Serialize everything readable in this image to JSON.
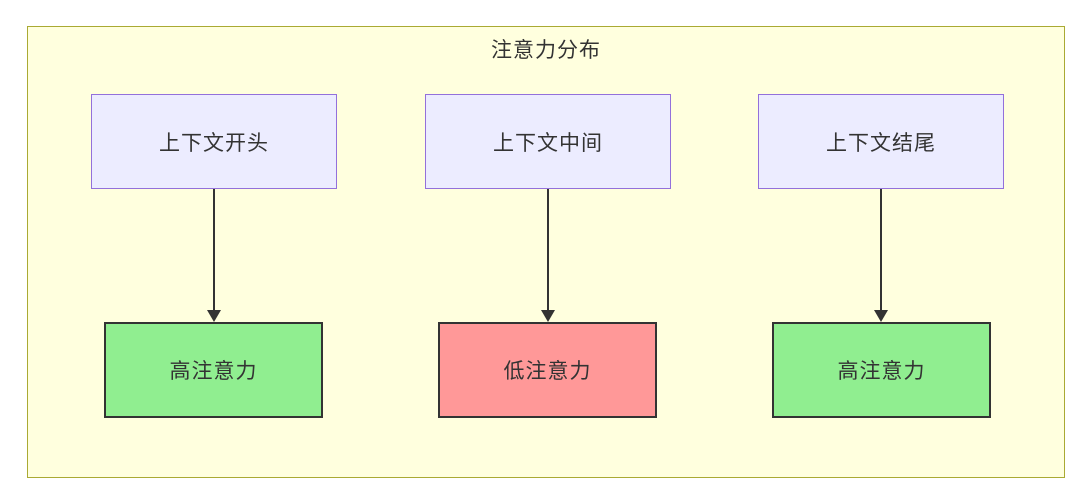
{
  "diagram": {
    "title": "注意力分布",
    "colors": {
      "container_fill": "#ffffde",
      "container_border": "#aaaa33",
      "source_fill": "#ececff",
      "source_border": "#9370db",
      "high_attention_fill": "#90ee90",
      "low_attention_fill": "#ff9898",
      "result_border": "#333333",
      "arrow": "#333333",
      "text": "#333333"
    },
    "columns": [
      {
        "source_label": "上下文开头",
        "result_label": "高注意力",
        "attention_level": "high",
        "result_fill": "#90ee90"
      },
      {
        "source_label": "上下文中间",
        "result_label": "低注意力",
        "attention_level": "low",
        "result_fill": "#ff9898"
      },
      {
        "source_label": "上下文结尾",
        "result_label": "高注意力",
        "attention_level": "high",
        "result_fill": "#90ee90"
      }
    ]
  }
}
